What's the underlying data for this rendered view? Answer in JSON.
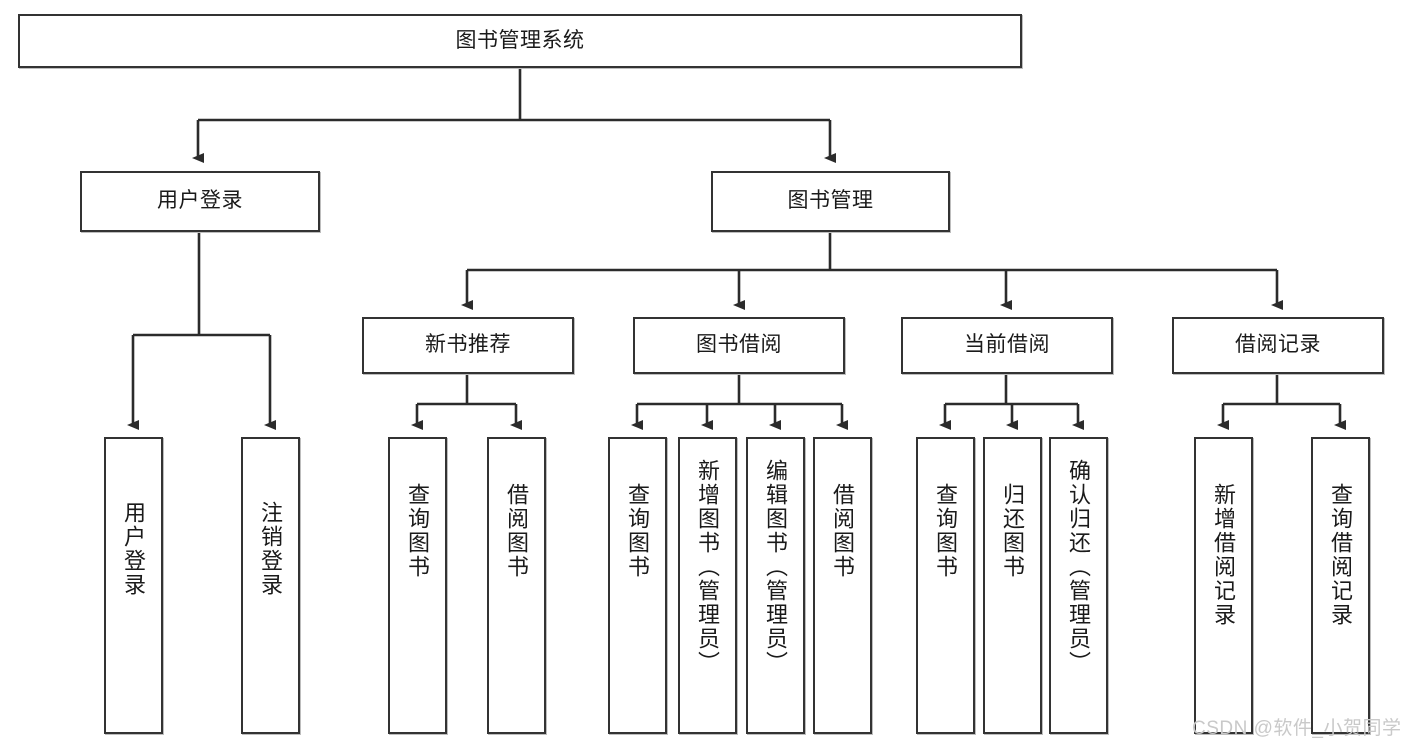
{
  "diagram": {
    "type": "hierarchy-tree",
    "title": "图书管理系统",
    "root": {
      "label": "图书管理系统"
    },
    "level2": [
      {
        "id": "user-login",
        "label": "用户登录"
      },
      {
        "id": "book-management",
        "label": "图书管理"
      }
    ],
    "level3": [
      {
        "id": "new-book-recommend",
        "label": "新书推荐",
        "parent": "book-management"
      },
      {
        "id": "book-borrow",
        "label": "图书借阅",
        "parent": "book-management"
      },
      {
        "id": "current-borrow",
        "label": "当前借阅",
        "parent": "book-management"
      },
      {
        "id": "borrow-record",
        "label": "借阅记录",
        "parent": "book-management"
      }
    ],
    "leaves": [
      {
        "id": "leaf-user-login",
        "label": "用户登录",
        "parent": "user-login"
      },
      {
        "id": "leaf-logout-login",
        "label": "注销登录",
        "parent": "user-login"
      },
      {
        "id": "leaf-query-book-1",
        "label": "查询图书",
        "parent": "new-book-recommend"
      },
      {
        "id": "leaf-borrow-book-1",
        "label": "借阅图书",
        "parent": "new-book-recommend"
      },
      {
        "id": "leaf-query-book-2",
        "label": "查询图书",
        "parent": "book-borrow"
      },
      {
        "id": "leaf-add-book",
        "label": "新增图书（管理员）",
        "parent": "book-borrow"
      },
      {
        "id": "leaf-edit-book",
        "label": "编辑图书（管理员）",
        "parent": "book-borrow"
      },
      {
        "id": "leaf-borrow-book-2",
        "label": "借阅图书",
        "parent": "book-borrow"
      },
      {
        "id": "leaf-query-book-3",
        "label": "查询图书",
        "parent": "current-borrow"
      },
      {
        "id": "leaf-return-book",
        "label": "归还图书",
        "parent": "current-borrow"
      },
      {
        "id": "leaf-confirm-return",
        "label": "确认归还（管理员）",
        "parent": "current-borrow"
      },
      {
        "id": "leaf-add-record",
        "label": "新增借阅记录",
        "parent": "borrow-record"
      },
      {
        "id": "leaf-query-record",
        "label": "查询借阅记录",
        "parent": "borrow-record"
      }
    ],
    "colors": {
      "box_border": "#333333",
      "box_fill": "#ffffff",
      "connector": "#2b2b2b",
      "text": "#1a1a1a",
      "watermark": "#c9c9c9"
    }
  },
  "watermark": {
    "text": "CSDN @软件_小贺同学"
  }
}
